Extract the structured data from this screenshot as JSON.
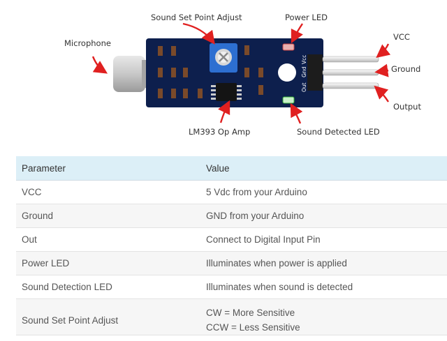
{
  "diagram": {
    "labels": {
      "microphone": "Microphone",
      "sound_set_point_adjust": "Sound Set Point Adjust",
      "power_led": "Power LED",
      "vcc": "VCC",
      "ground": "Ground",
      "output": "Output",
      "lm393": "LM393 Op Amp",
      "sound_detected_led": "Sound Detected LED"
    },
    "pin_labels": {
      "vcc": "Vcc",
      "gnd": "Gnd",
      "out": "Out"
    },
    "colors": {
      "board": "#0d1f4d",
      "arrow": "#e02020",
      "potentiometer": "#2d6fd1"
    }
  },
  "table": {
    "headers": {
      "parameter": "Parameter",
      "value": "Value"
    },
    "rows": [
      {
        "parameter": "VCC",
        "value": "5 Vdc from your Arduino"
      },
      {
        "parameter": "Ground",
        "value": "GND from your Arduino"
      },
      {
        "parameter": "Out",
        "value": "Connect to Digital Input Pin"
      },
      {
        "parameter": "Power LED",
        "value": "Illuminates when power is applied"
      },
      {
        "parameter": "Sound Detection LED",
        "value": "Illuminates when sound is detected"
      },
      {
        "parameter": "Sound Set Point Adjust",
        "value_line1": "CW = More Sensitive",
        "value_line2": "CCW = Less Sensitive"
      }
    ],
    "colors": {
      "header_bg": "#dceff7",
      "alt_row_bg": "#f6f6f6"
    }
  }
}
